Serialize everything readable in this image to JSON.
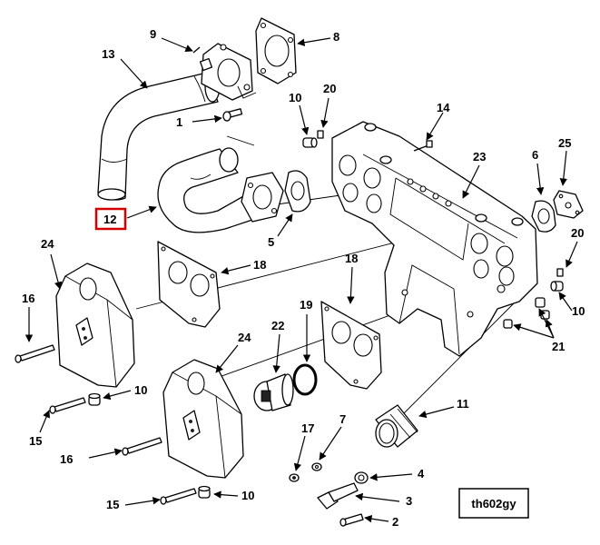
{
  "figure_ref": "th602gy",
  "highlighted_callout": "12",
  "highlight_color": "#d40000",
  "callouts": [
    {
      "id": "c13",
      "text": "13"
    },
    {
      "id": "c9",
      "text": "9"
    },
    {
      "id": "c8",
      "text": "8"
    },
    {
      "id": "c1",
      "text": "1"
    },
    {
      "id": "c10a",
      "text": "10"
    },
    {
      "id": "c20a",
      "text": "20"
    },
    {
      "id": "c14",
      "text": "14"
    },
    {
      "id": "c12",
      "text": "12"
    },
    {
      "id": "c5",
      "text": "5"
    },
    {
      "id": "c23",
      "text": "23"
    },
    {
      "id": "c6",
      "text": "6"
    },
    {
      "id": "c25",
      "text": "25"
    },
    {
      "id": "c24a",
      "text": "24"
    },
    {
      "id": "c18a",
      "text": "18"
    },
    {
      "id": "c20b",
      "text": "20"
    },
    {
      "id": "c16a",
      "text": "16"
    },
    {
      "id": "c18b",
      "text": "18"
    },
    {
      "id": "c19",
      "text": "19"
    },
    {
      "id": "c22",
      "text": "22"
    },
    {
      "id": "c10b",
      "text": "10"
    },
    {
      "id": "c21",
      "text": "21"
    },
    {
      "id": "c24b",
      "text": "24"
    },
    {
      "id": "c10c",
      "text": "10"
    },
    {
      "id": "c15a",
      "text": "15"
    },
    {
      "id": "c11",
      "text": "11"
    },
    {
      "id": "c17",
      "text": "17"
    },
    {
      "id": "c7",
      "text": "7"
    },
    {
      "id": "c16b",
      "text": "16"
    },
    {
      "id": "c4",
      "text": "4"
    },
    {
      "id": "c3",
      "text": "3"
    },
    {
      "id": "c15b",
      "text": "15"
    },
    {
      "id": "c10d",
      "text": "10"
    },
    {
      "id": "c2",
      "text": "2"
    }
  ]
}
